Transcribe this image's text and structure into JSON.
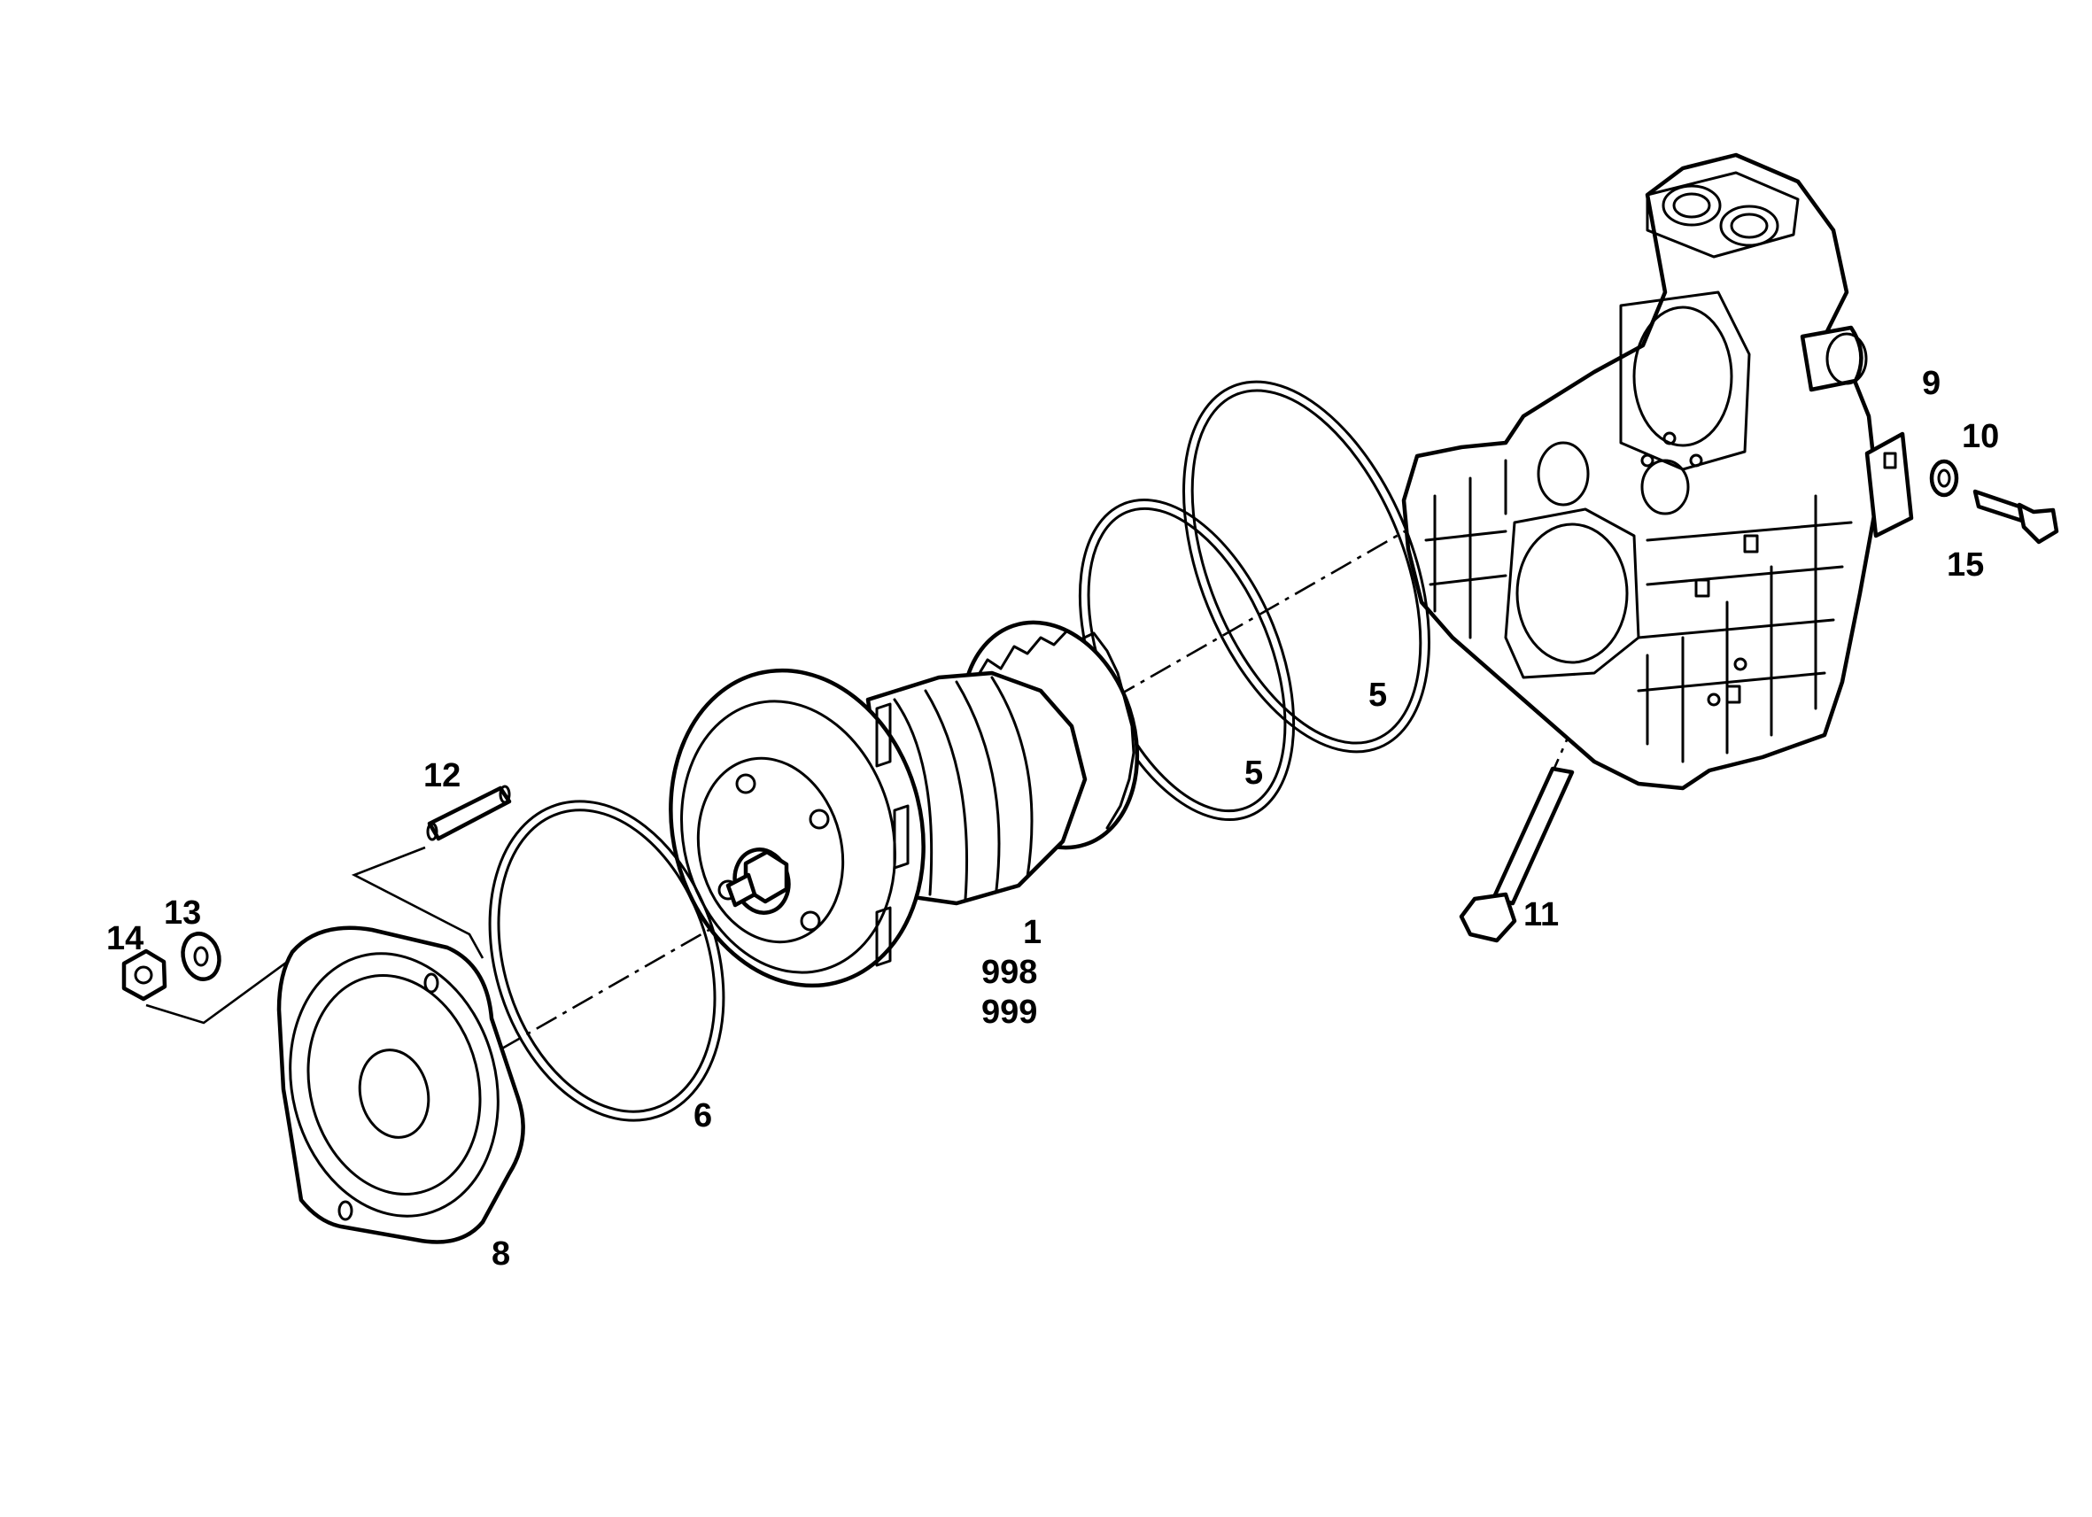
{
  "callouts": {
    "c1": "1",
    "c998": "998",
    "c999": "999",
    "c5a": "5",
    "c5b": "5",
    "c6": "6",
    "c8": "8",
    "c9": "9",
    "c10": "10",
    "c11": "11",
    "c12": "12",
    "c13": "13",
    "c14": "14",
    "c15": "15"
  }
}
